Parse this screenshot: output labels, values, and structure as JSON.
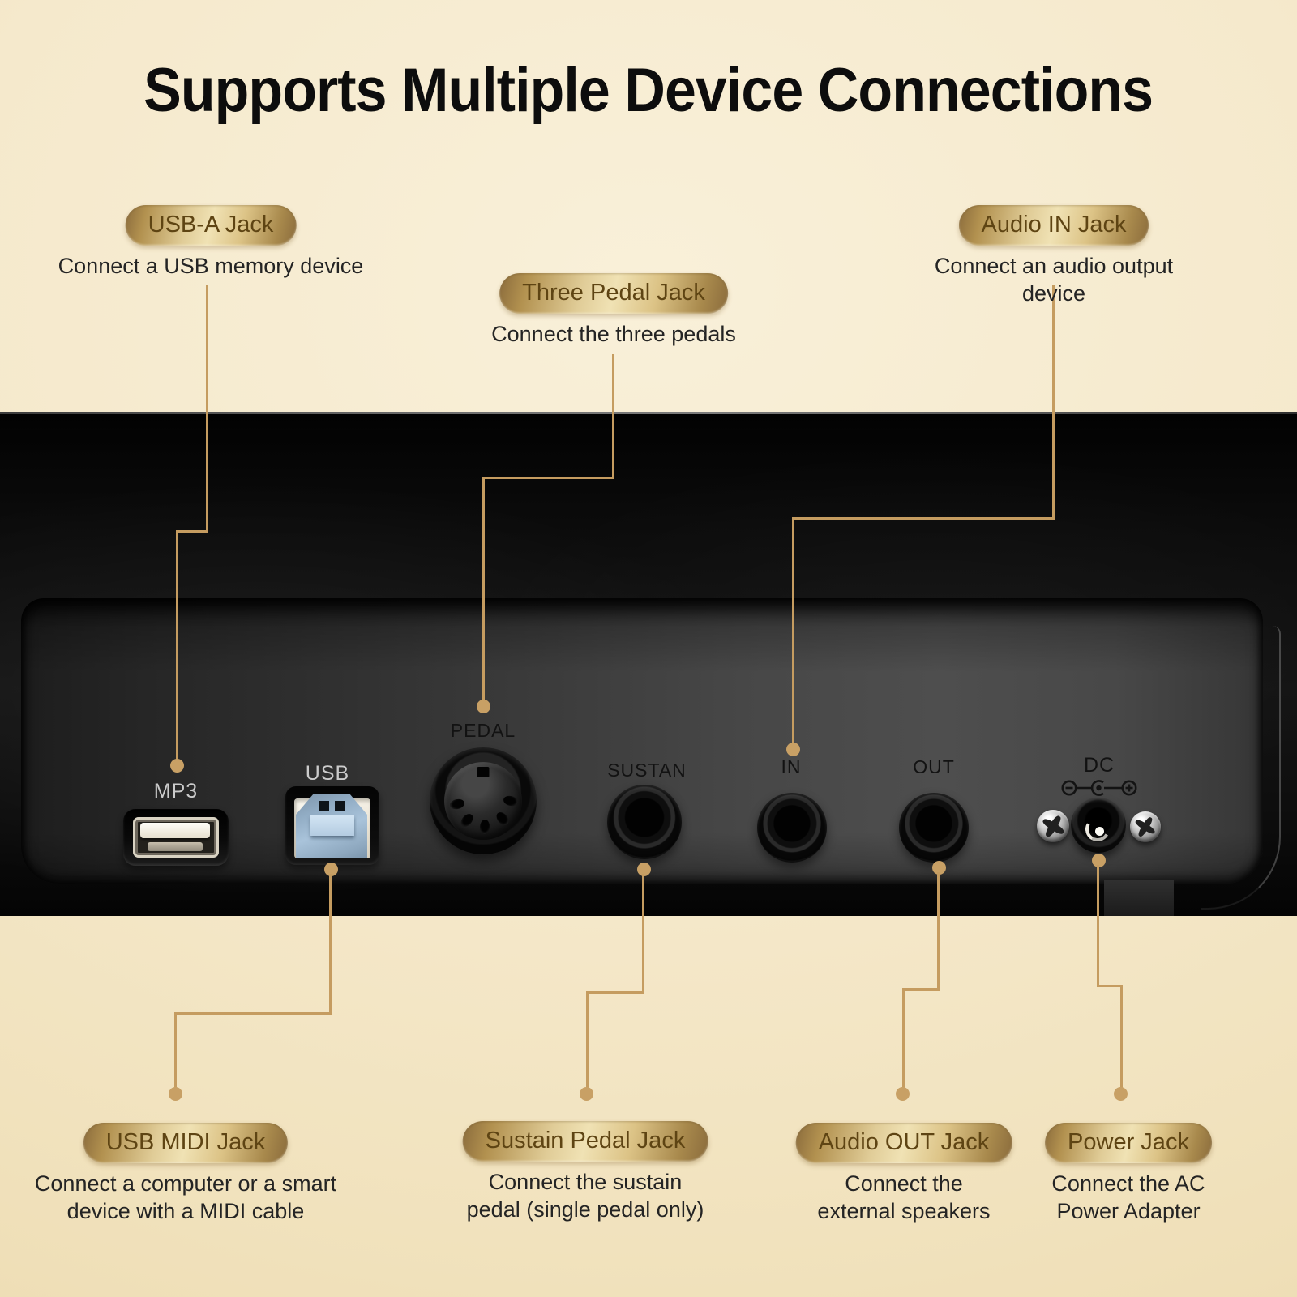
{
  "title": "Supports Multiple Device Connections",
  "callouts": {
    "usb_a": {
      "label": "USB-A Jack",
      "description": "Connect a USB memory device"
    },
    "three_pedal": {
      "label": "Three Pedal Jack",
      "description": "Connect the three pedals"
    },
    "audio_in": {
      "label": "Audio IN Jack",
      "description": "Connect an audio output device"
    },
    "usb_midi": {
      "label": "USB MIDI Jack",
      "description": "Connect a computer or a smart\ndevice with a MIDI cable"
    },
    "sustain": {
      "label": "Sustain Pedal Jack",
      "description": "Connect the sustain\npedal (single pedal only)"
    },
    "audio_out": {
      "label": "Audio OUT Jack",
      "description": "Connect the\nexternal speakers"
    },
    "power": {
      "label": "Power Jack",
      "description": "Connect the AC\nPower Adapter"
    }
  },
  "ports": {
    "mp3": "MP3",
    "usb": "USB",
    "pedal": "PEDAL",
    "sustain": "SUSTAN",
    "audio_in": "IN",
    "audio_out": "OUT",
    "dc": "DC"
  },
  "icons": {
    "dc_polarity": "minus-center-plus-polarity"
  },
  "colors": {
    "accent_gold": "#c59c60",
    "pill_text": "#5e4413",
    "background_cream": "#f3e6c4",
    "piano_black": "#0b0b0b",
    "panel_gray": "#3a3a3a"
  }
}
